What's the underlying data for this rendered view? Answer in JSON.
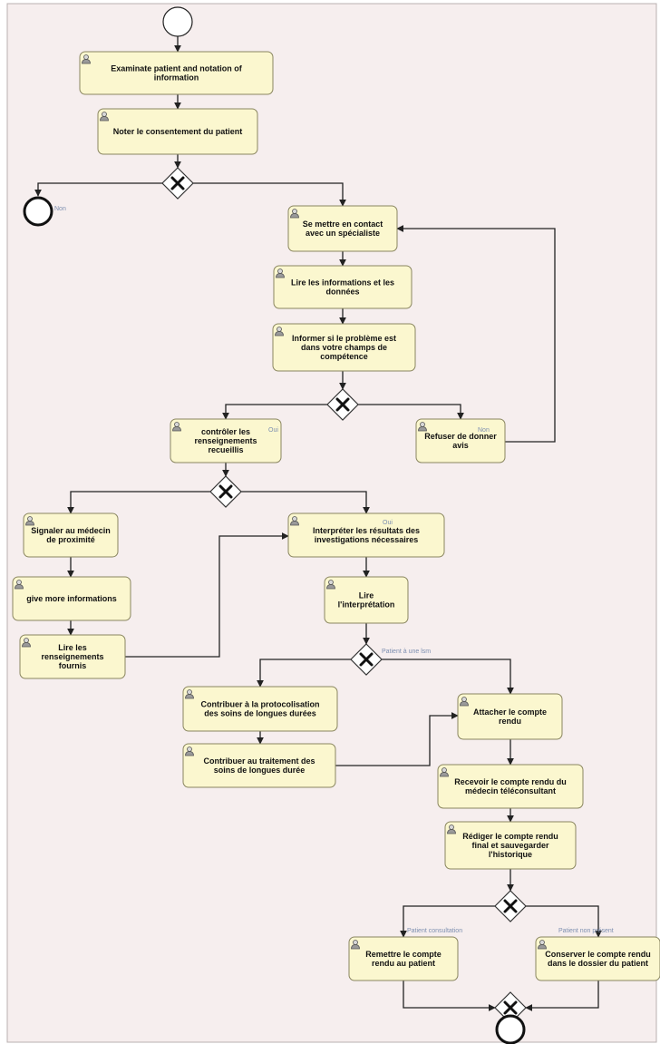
{
  "tasks": [
    {
      "id": "t1",
      "lines": [
        "Examinate patient and notation of",
        "information"
      ]
    },
    {
      "id": "t2",
      "lines": [
        "Noter le consentement du patient"
      ]
    },
    {
      "id": "t3",
      "lines": [
        "Se mettre en contact",
        "avec un spécialiste"
      ]
    },
    {
      "id": "t4",
      "lines": [
        "Lire les informations et les",
        "données"
      ]
    },
    {
      "id": "t5",
      "lines": [
        "Informer si le problème est",
        "dans votre champs de",
        "compétence"
      ]
    },
    {
      "id": "t6",
      "lines": [
        "contrôler les",
        "renseignements",
        "recueillis"
      ]
    },
    {
      "id": "t7",
      "lines": [
        "Refuser de donner",
        "avis"
      ]
    },
    {
      "id": "t8",
      "lines": [
        "Signaler au médecin",
        "de proximité"
      ]
    },
    {
      "id": "t9",
      "lines": [
        "give more informations"
      ]
    },
    {
      "id": "t10",
      "lines": [
        "Lire les",
        "renseignements",
        "fournis"
      ]
    },
    {
      "id": "t11",
      "lines": [
        "Interpréter les résultats des",
        "investigations nécessaires"
      ]
    },
    {
      "id": "t12",
      "lines": [
        "Lire",
        "l'interprétation"
      ]
    },
    {
      "id": "t13",
      "lines": [
        "Contribuer à la protocolisation",
        "des soins de longues durées"
      ]
    },
    {
      "id": "t14",
      "lines": [
        "Contribuer au traitement des",
        "soins de longues durée"
      ]
    },
    {
      "id": "t15",
      "lines": [
        "Attacher le compte",
        "rendu"
      ]
    },
    {
      "id": "t16",
      "lines": [
        "Recevoir le compte rendu du",
        "médecin téléconsultant"
      ]
    },
    {
      "id": "t17",
      "lines": [
        "Rédiger le compte rendu",
        "final et sauvegarder",
        "l'historique"
      ]
    },
    {
      "id": "t18",
      "lines": [
        "Remettre le compte",
        "rendu au patient"
      ]
    },
    {
      "id": "t19",
      "lines": [
        "Conserver le compte rendu",
        "dans le dossier du patient"
      ]
    }
  ],
  "flow_labels": {
    "l1": "Non",
    "l2": "Oui",
    "l3": "Non",
    "l4": "Oui",
    "l5": "Patient à une lsm",
    "l6": "Patient consultation",
    "l7": "Patient non présent"
  },
  "colors": {
    "task_fill": "#fbf7cf",
    "canvas": "#f6eeee",
    "label": "#7d8fb0"
  }
}
